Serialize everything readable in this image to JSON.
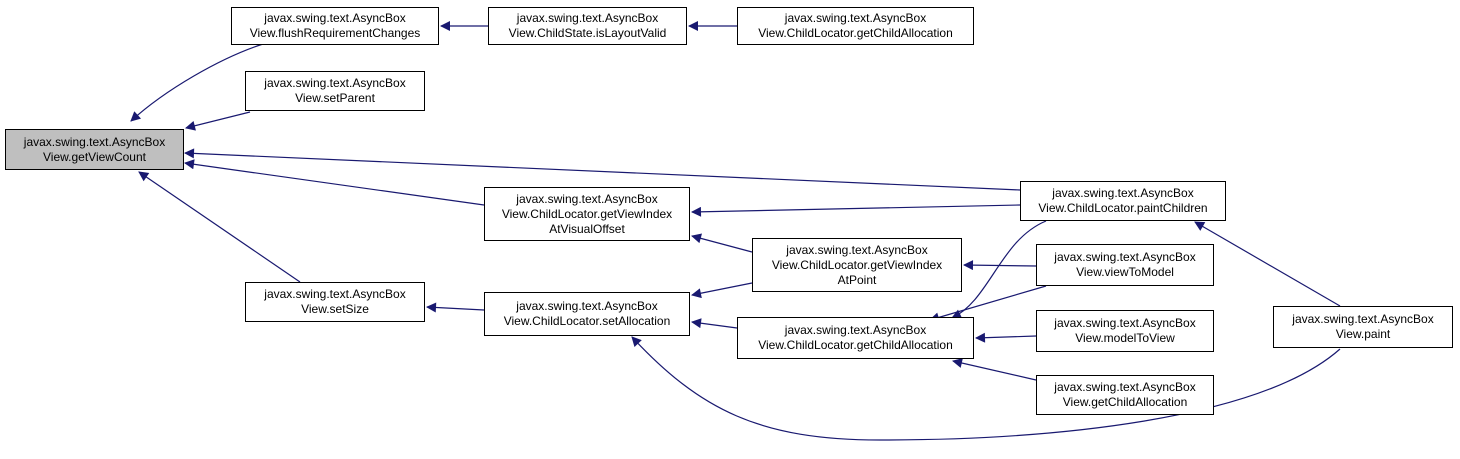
{
  "graph": {
    "edge_color": "#191970",
    "root_fill": "#bfbfbf",
    "node_fill": "#ffffff",
    "nodes": [
      {
        "id": "getViewCount",
        "lines": [
          "javax.swing.text.AsyncBox",
          "View.getViewCount"
        ],
        "root": true
      },
      {
        "id": "flushRequirementChanges",
        "lines": [
          "javax.swing.text.AsyncBox",
          "View.flushRequirementChanges"
        ]
      },
      {
        "id": "isLayoutValid",
        "lines": [
          "javax.swing.text.AsyncBox",
          "View.ChildState.isLayoutValid"
        ]
      },
      {
        "id": "getChildAllocationTop",
        "lines": [
          "javax.swing.text.AsyncBox",
          "View.ChildLocator.getChildAllocation"
        ]
      },
      {
        "id": "setParent",
        "lines": [
          "javax.swing.text.AsyncBox",
          "View.setParent"
        ]
      },
      {
        "id": "paintChildren",
        "lines": [
          "javax.swing.text.AsyncBox",
          "View.ChildLocator.paintChildren"
        ]
      },
      {
        "id": "getViewIndexAtVisualOffset",
        "lines": [
          "javax.swing.text.AsyncBox",
          "View.ChildLocator.getViewIndex",
          "AtVisualOffset"
        ]
      },
      {
        "id": "getViewIndexAtPoint",
        "lines": [
          "javax.swing.text.AsyncBox",
          "View.ChildLocator.getViewIndex",
          "AtPoint"
        ]
      },
      {
        "id": "viewToModel",
        "lines": [
          "javax.swing.text.AsyncBox",
          "View.viewToModel"
        ]
      },
      {
        "id": "setSize",
        "lines": [
          "javax.swing.text.AsyncBox",
          "View.setSize"
        ]
      },
      {
        "id": "setAllocation",
        "lines": [
          "javax.swing.text.AsyncBox",
          "View.ChildLocator.setAllocation"
        ]
      },
      {
        "id": "getChildAllocationMid",
        "lines": [
          "javax.swing.text.AsyncBox",
          "View.ChildLocator.getChildAllocation"
        ]
      },
      {
        "id": "modelToView",
        "lines": [
          "javax.swing.text.AsyncBox",
          "View.modelToView"
        ]
      },
      {
        "id": "paint",
        "lines": [
          "javax.swing.text.AsyncBox",
          "View.paint"
        ]
      },
      {
        "id": "getChildAllocationView",
        "lines": [
          "javax.swing.text.AsyncBox",
          "View.getChildAllocation"
        ]
      }
    ]
  }
}
